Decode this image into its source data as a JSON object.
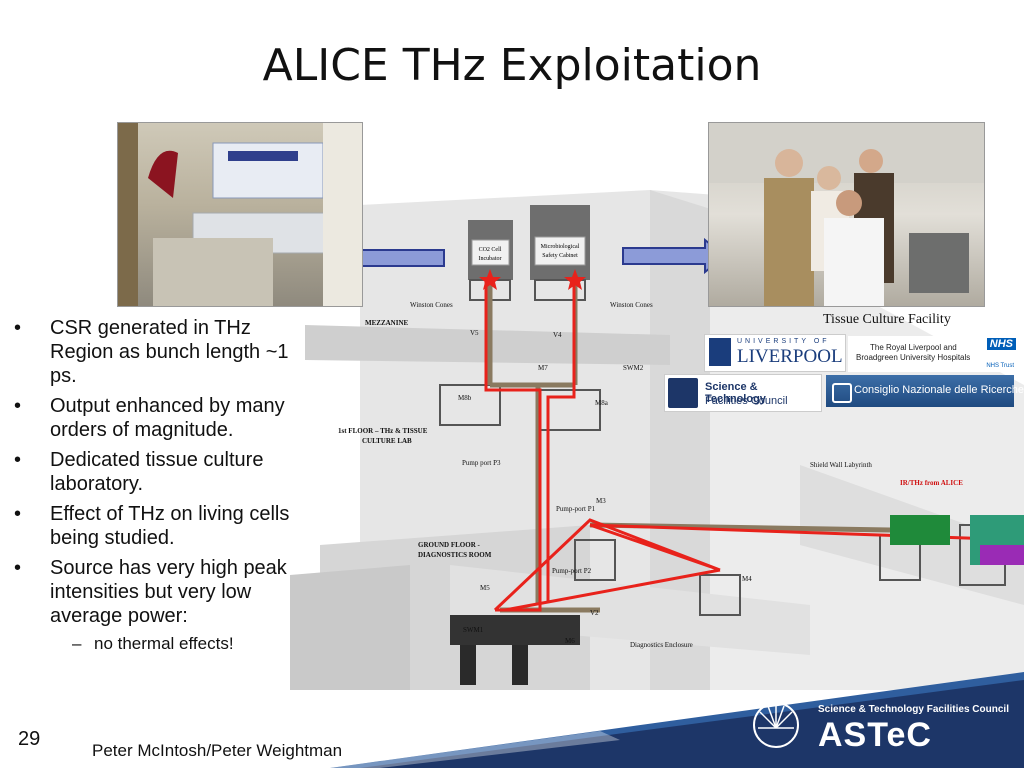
{
  "slide": {
    "title": "ALICE THz Exploitation",
    "number": "29",
    "author": "Peter McIntosh/Peter Weightman"
  },
  "bullets": [
    "CSR generated in THz Region as bunch length ~1 ps.",
    "Output enhanced by many orders of magnitude.",
    "Dedicated tissue culture laboratory.",
    "Effect of THz on living cells being studied.",
    "Source has very high peak intensities but very low average power:"
  ],
  "sub_bullets": [
    "no thermal effects!"
  ],
  "photo_caption": "Tissue Culture Facility",
  "logos": {
    "liverpool_top": "UNIVERSITY OF",
    "liverpool_name": "LIVERPOOL",
    "rlbuht_line1": "The Royal Liverpool and",
    "rlbuht_line2": "Broadgreen University Hospitals",
    "nhs": "NHS",
    "nhs_trust": "NHS Trust",
    "stfc_line1": "Science & Technology",
    "stfc_line2": "Facilities Council",
    "cnr": "Consiglio Nazionale delle Ricerche"
  },
  "schematic": {
    "co2": "CO2 Cell Incubator",
    "cabinet": "Microbiological Safety Cabinet",
    "winston_left": "Winston Cones",
    "winston_right": "Winston Cones",
    "mezzanine": "MEZZANINE",
    "first_floor_1": "1st FLOOR – THz & TISSUE",
    "first_floor_2": "CULTURE LAB",
    "ground_1": "GROUND FLOOR -",
    "ground_2": "DIAGNOSTICS ROOM",
    "v5": "V5",
    "v4": "V4",
    "m7": "M7",
    "swm2": "SWM2",
    "m8b": "M8b",
    "m8a": "M8a",
    "pump_p3": "Pump port P3",
    "shield": "Shield Wall Labyrinth",
    "irthz": "IR/THz from ALICE",
    "m3": "M3",
    "pump_p1": "Pump-port P1",
    "m4": "M4",
    "pump_p2": "Pump-port P2",
    "m5": "M5",
    "v2": "V2",
    "swm1": "SWM1",
    "m6": "M6",
    "diag": "Diagnostics Enclosure"
  },
  "footer": {
    "stfc": "Science & Technology Facilities Council",
    "astec": "ASTeC"
  },
  "colors": {
    "beam": "#e8221b",
    "arrow_fill": "#8c9bd8",
    "arrow_stroke": "#2b3a8f",
    "footer_navy": "#1d3668",
    "footer_blue": "#2f5e9e"
  }
}
